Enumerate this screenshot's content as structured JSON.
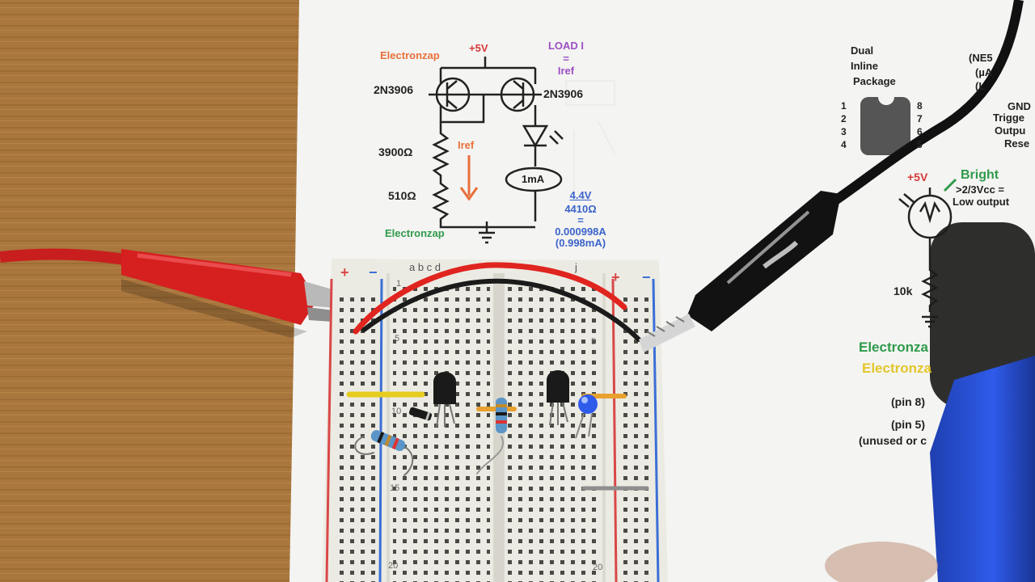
{
  "colors": {
    "label_orange": "#e8703a",
    "label_red": "#d63a3a",
    "label_purple": "#9b4fc4",
    "label_blue": "#3b63c9",
    "label_green": "#2f9a4a",
    "label_yellow": "#e3c62a",
    "ink": "#222222",
    "wood": "#a9773e",
    "paper": "#f4f4f2",
    "breadboard": "#ecebe3",
    "rail_red": "#d94848",
    "rail_blue": "#3b6fd6"
  },
  "schematic": {
    "brand_top": "Electronzap",
    "supply": "+5V",
    "load_line1": "LOAD I",
    "load_line2": "=",
    "load_line3": "Iref",
    "transistor_left": "2N3906",
    "transistor_right": "2N3906",
    "resistor_top": "3900Ω",
    "resistor_bottom": "510Ω",
    "current_label": "Iref",
    "meter_label": "1mA",
    "calc_numerator": "4.4V",
    "calc_denominator": "4410Ω",
    "calc_equals": "=",
    "calc_amps": "0.000998A",
    "calc_milliamps": "(0.998mA)",
    "brand_bottom": "Electronzap"
  },
  "right_sheet": {
    "dip_line1": "Dual",
    "dip_line2": "Inline",
    "dip_line3": "Package",
    "part1": "(NE5",
    "part2": "(µA",
    "part3": "(L",
    "pins_left": [
      "1",
      "2",
      "3",
      "4"
    ],
    "pins_right": [
      "8",
      "7",
      "6",
      "5"
    ],
    "func1": "GND",
    "func2": "Trigge",
    "func3": "Outpu",
    "func4": "Rese",
    "supply": "+5V",
    "bright": "Bright",
    "vcc_note": ">2/3Vcc =",
    "low_output": "Low output",
    "resistor": "10k",
    "brand1": "Electronza",
    "brand2": "Electronza",
    "pin8": "(pin 8)",
    "pin5": "(pin 5)",
    "unused": "(unused or c"
  },
  "breadboard": {
    "rail_plus_left": "+",
    "rail_minus_left": "−",
    "rail_plus_right": "+",
    "rail_minus_right": "−",
    "columns": "a b c d",
    "columns_right": "j",
    "row_1": "1",
    "row_5_left": "5",
    "row_5_right": "5",
    "row_10": "10",
    "row_15": "15",
    "row_20_left": "20",
    "row_20_right": "20"
  }
}
